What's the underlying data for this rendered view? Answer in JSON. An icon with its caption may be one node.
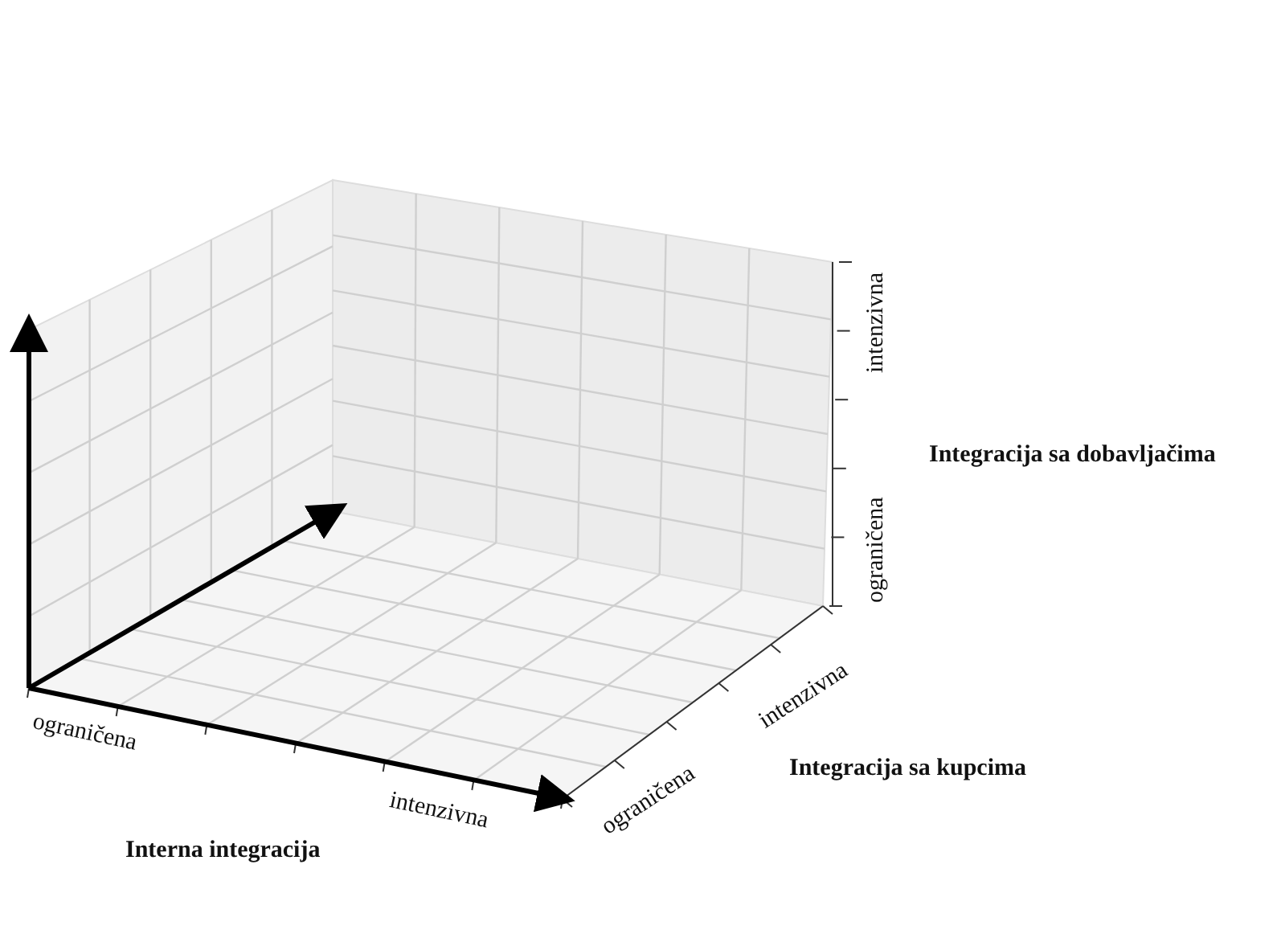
{
  "diagram": {
    "labels": [
      "intenzivna",
      "ograničena",
      "Integracija sa dobavljačima",
      "intenzivna",
      "ograničena",
      "Integracija sa kupcima",
      "ograničena",
      "intenzivna",
      "Interna integracija"
    ]
  }
}
